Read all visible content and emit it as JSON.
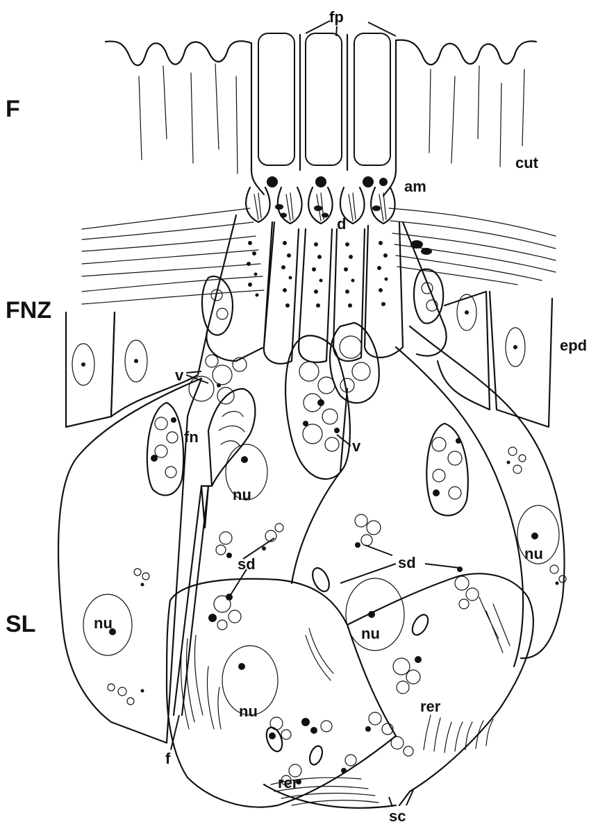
{
  "zones": {
    "F": "F",
    "FNZ": "FNZ",
    "SL": "SL"
  },
  "labels": {
    "fp": "fp",
    "cut": "cut",
    "am": "am",
    "d": "d",
    "epd": "epd",
    "v_upper": "v",
    "v_lower": "v",
    "fn": "fn",
    "nu_1": "nu",
    "nu_2": "nu",
    "nu_3": "nu",
    "nu_4": "nu",
    "nu_5": "nu",
    "sd_left": "sd",
    "sd_right": "sd",
    "rer_right": "rer",
    "rer_bottom": "rer",
    "f": "f",
    "sc": "sc"
  }
}
